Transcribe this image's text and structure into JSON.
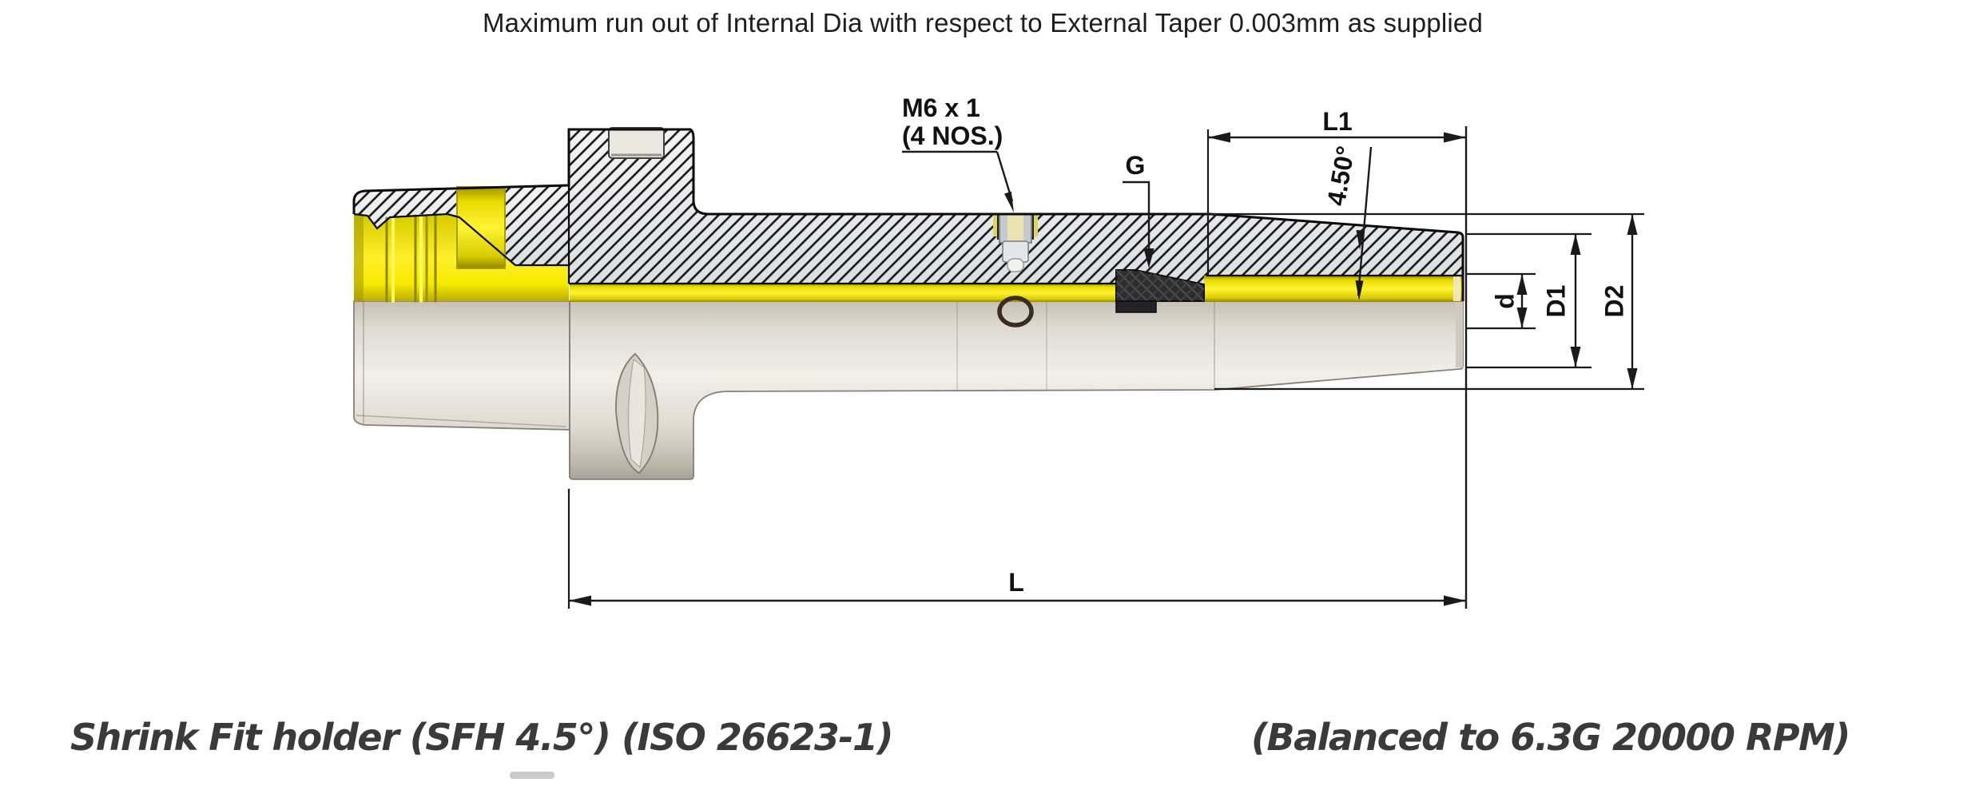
{
  "title": "Maximum run out of Internal Dia with respect to External Taper 0.003mm as supplied",
  "captions": {
    "left": "Shrink Fit holder (SFH 4.5°) (ISO 26623-1)",
    "right": "(Balanced to 6.3G 20000 RPM)"
  },
  "dims": {
    "l1": "L1",
    "l": "L",
    "g": "G",
    "d": "d",
    "d1": "D1",
    "d2": "D2",
    "taper_angle": "4.50°",
    "thread": "M6 x 1",
    "thread_count": "(4 NOS.)"
  },
  "colors": {
    "bore_highlight_yellow": "#f5e900",
    "body_beige": "#ddd8d0",
    "section_hatch_bg": "#e9e9e9",
    "ink": "#1a1a1a",
    "caption_gray": "#3a3a3a",
    "thread_block_dark": "#2d2d30"
  }
}
